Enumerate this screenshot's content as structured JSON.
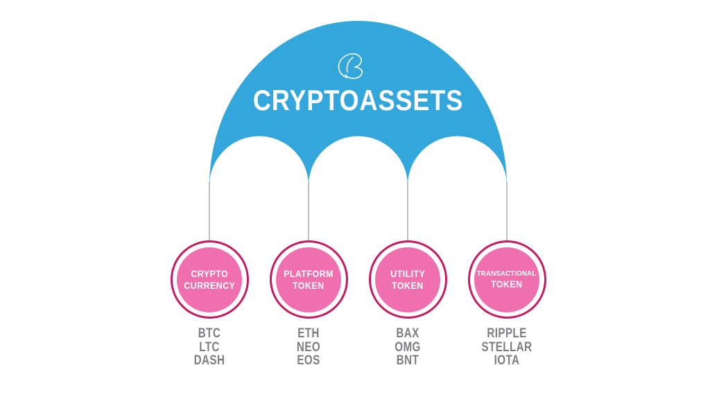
{
  "title": "CRYPTOASSETS",
  "icons": {
    "logo": "scribble-b-icon"
  },
  "colors": {
    "umbrella_blue": "#33a7dc",
    "circle_pink": "#f06fae",
    "ring_magenta": "#c6195f",
    "string_gray": "#a6a6a6",
    "coin_text_gray": "#7d7e81",
    "title_white": "#ffffff"
  },
  "categories": [
    {
      "label": "CRYPTO CURRENCY",
      "label_lines": [
        "CRYPTO",
        "CURRENCY"
      ],
      "coins": [
        "BTC",
        "LTC",
        "DASH"
      ]
    },
    {
      "label": "PLATFORM TOKEN",
      "label_lines": [
        "PLATFORM",
        "TOKEN"
      ],
      "coins": [
        "ETH",
        "NEO",
        "EOS"
      ]
    },
    {
      "label": "UTILITY TOKEN",
      "label_lines": [
        "UTILITY",
        "TOKEN"
      ],
      "coins": [
        "BAX",
        "OMG",
        "BNT"
      ]
    },
    {
      "label": "TRANSACTIONAL TOKEN",
      "label_lines": [
        "TRANSACTIONAL",
        "TOKEN"
      ],
      "coins": [
        "RIPPLE",
        "STELLAR",
        "IOTA"
      ]
    }
  ]
}
